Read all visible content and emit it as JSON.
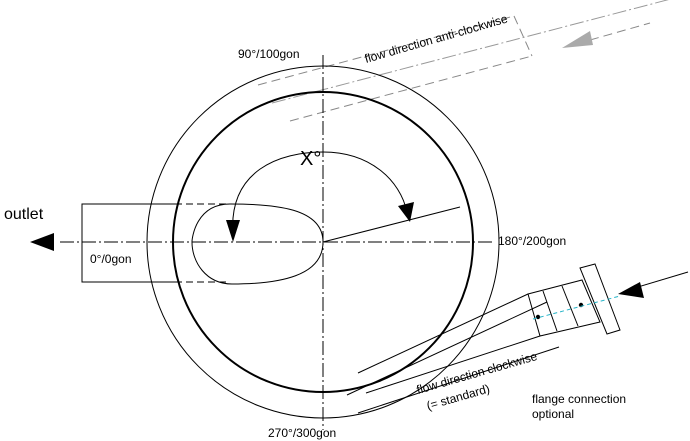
{
  "labels": {
    "outlet": "outlet",
    "angle_0": "0°/0gon",
    "angle_90": "90°/100gon",
    "angle_180": "180°/200gon",
    "angle_270": "270°/300gon",
    "x_angle": "X°",
    "flow_anticlockwise": "flow direction anti-clockwise",
    "flow_clockwise": "flow direction clockwise",
    "flow_standard": "(= standard)",
    "flange_line1": "flange connection",
    "flange_line2": "optional"
  },
  "colors": {
    "line": "#000000",
    "dashed_grey": "#888888",
    "arrow_grey": "#aaaaaa",
    "flange_centerline": "#28b4c8"
  }
}
